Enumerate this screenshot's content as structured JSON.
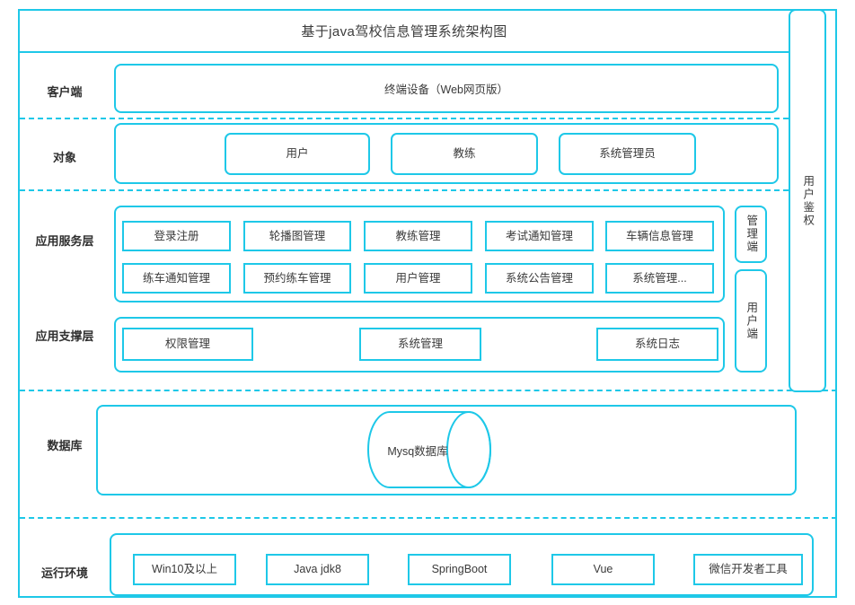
{
  "theme": {
    "accent": "#1ec8e8",
    "text": "#3a3a3a",
    "background": "#ffffff"
  },
  "title": "基于java驾校信息管理系统架构图",
  "side_rails": {
    "auth": "用户鉴权",
    "admin_terminal": "管理端",
    "user_terminal": "用户端"
  },
  "layers": [
    {
      "label": "客户端",
      "items": [
        "终端设备（Web网页版）"
      ]
    },
    {
      "label": "对象",
      "items": [
        "用户",
        "教练",
        "系统管理员"
      ]
    },
    {
      "label": "应用服务层",
      "row1": [
        "登录注册",
        "轮播图管理",
        "教练管理",
        "考试通知管理",
        "车辆信息管理"
      ],
      "row2": [
        "练车通知管理",
        "预约练车管理",
        "用户管理",
        "系统公告管理",
        "系统管理..."
      ]
    },
    {
      "label": "应用支撑层",
      "items": [
        "权限管理",
        "系统管理",
        "系统日志"
      ]
    },
    {
      "label": "数据库",
      "items": [
        "Mysq数据库"
      ]
    },
    {
      "label": "运行环境",
      "items": [
        "Win10及以上",
        "Java jdk8",
        "SpringBoot",
        "Vue",
        "微信开发者工具"
      ]
    }
  ]
}
